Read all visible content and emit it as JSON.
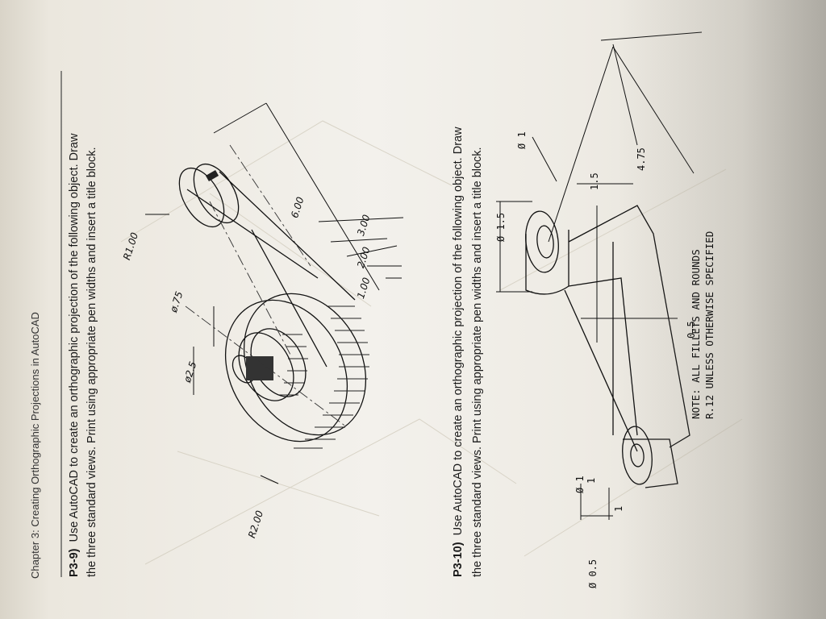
{
  "chapter_header": "Chapter 3:  Creating Orthographic Projections in AutoCAD",
  "problems": [
    {
      "number": "P3-9)",
      "line1": "Use AutoCAD to create an orthographic projection of the following object.  Draw",
      "line2": "the three standard views.  Print using appropriate pen widths and insert a title block."
    },
    {
      "number": "P3-10)",
      "line1": "Use AutoCAD to create an orthographic projection of the following object.  Draw",
      "line2": "the three standard views.  Print using appropriate pen widths and insert a title block."
    }
  ],
  "figure1": {
    "dims": {
      "r1": "R1.00",
      "r2": "R2.00",
      "d25": "ø2.5",
      "d75": "ø.75",
      "len6": "6.00",
      "len3": "3.00",
      "len2": "2.00",
      "len1": "1.00"
    }
  },
  "figure2": {
    "dims": {
      "d15": "Ø 1.5",
      "d1_right": "Ø 1",
      "d1_left": "Ø 1",
      "d05": "Ø 0.5",
      "h15": "1.5",
      "h05": "0.5",
      "len475": "4.75",
      "one_a": "1",
      "one_b": "1"
    },
    "note_line1": "NOTE: ALL FILLETS AND ROUNDS",
    "note_line2": "R.12 UNLESS OTHERWISE SPECIFIED"
  }
}
